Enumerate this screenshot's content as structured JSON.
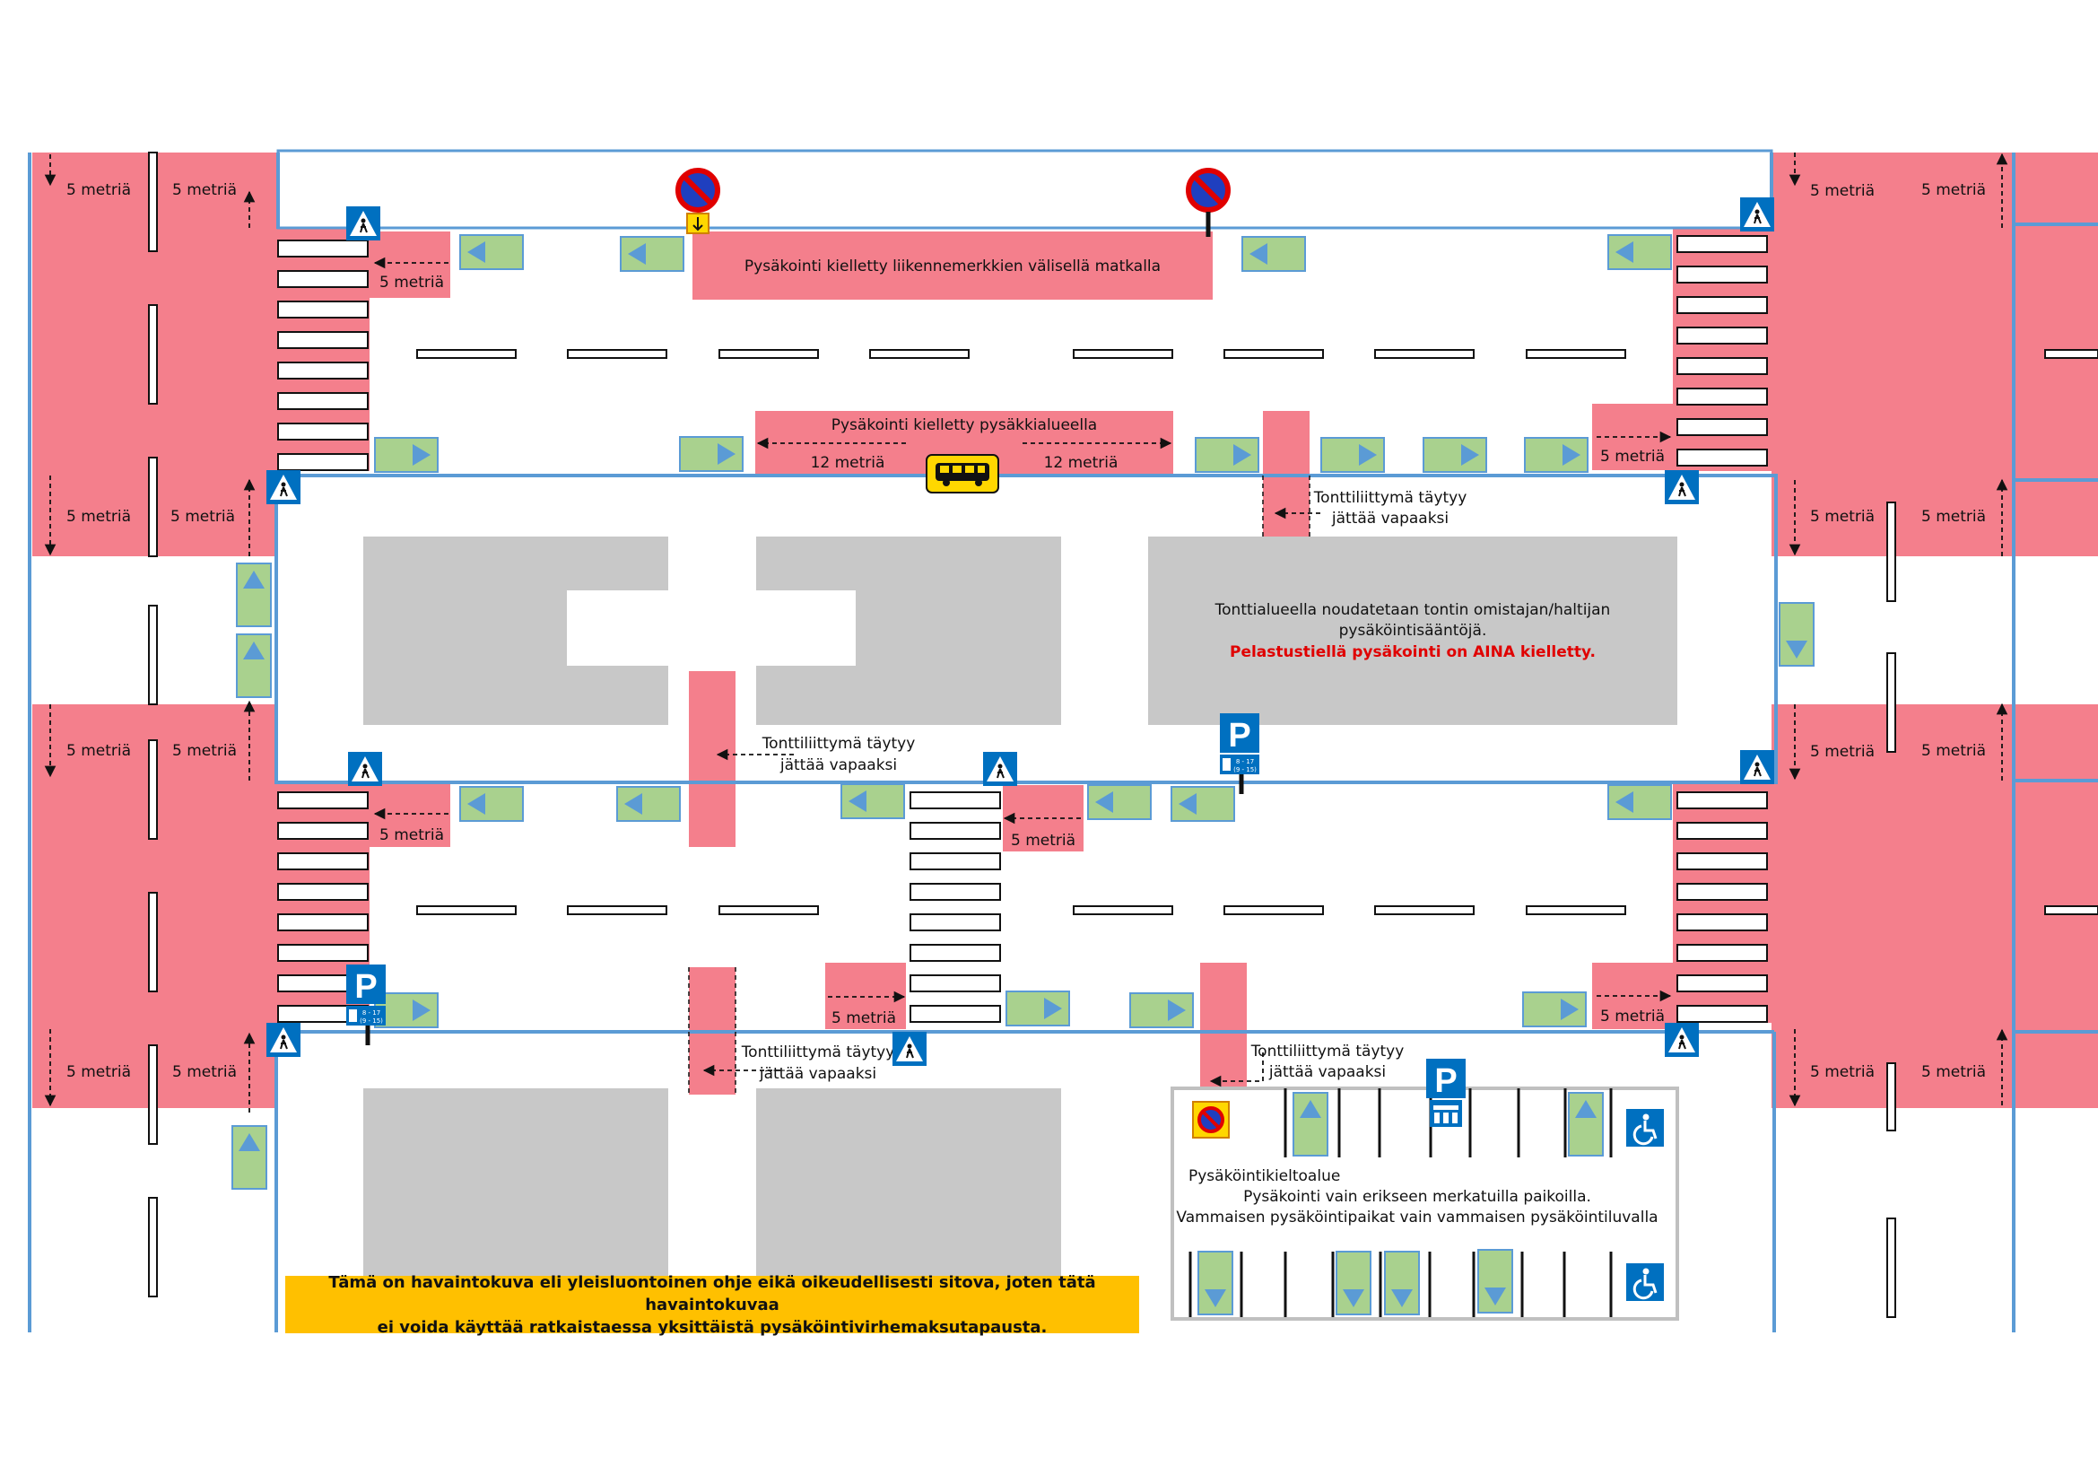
{
  "labels": {
    "five_m": "5 metriä",
    "twelve_m": "12 metriä",
    "no_parking_between_signs": "Pysäkointi kielletty liikennemerkkien välisellä matkalla",
    "no_parking_stop_area": "Pysäkointi kielletty pysäkkialueella",
    "driveway_free_1": "Tonttiliittymä täytyy",
    "driveway_free_2": "jättää vapaaksi",
    "lot_rules_1": "Tonttialueella noudatetaan tontin omistajan/haltijan",
    "lot_rules_2": "pysäköintisääntöjä.",
    "fire_lane": "Pelastustiellä pysäkointi on AINA kielletty.",
    "parking_zone_title": "Pysäköintikieltoalue",
    "parking_zone_line1": "Pysäkointi vain erikseen merkatuilla paikoilla.",
    "parking_zone_line2": "Vammaisen pysäköintipaikat vain vammaisen pysäköintiluvalla",
    "parking_letter": "P",
    "sign_time_1": "8 - 17",
    "sign_time_2": "(9 - 15)"
  },
  "notice": {
    "line1": "Tämä on havaintokuva eli yleisluontoinen ohje eikä oikeudellisesti sitova, joten tätä havaintokuvaa",
    "line2": "ei voida käyttää ratkaistaessa yksittäistä pysäköintivirhemaksutapausta."
  },
  "colors": {
    "no_parking_zone": "#f47f8c",
    "lot": "#c8c8c8",
    "arrow_box": "#a9d18e",
    "arrow": "#5b9bd5",
    "curb": "#5b9bd5",
    "sign_blue": "#0070c0",
    "bus_sign": "#ffd700",
    "notice_bg": "#ffc000",
    "fire_lane_text": "#e00000"
  },
  "icons": [
    "crosswalk-sign-icon",
    "no-parking-sign-icon",
    "bus-stop-sign-icon",
    "parking-sign-icon",
    "disabled-parking-icon",
    "parking-meter-icon",
    "direction-arrow-icon"
  ]
}
